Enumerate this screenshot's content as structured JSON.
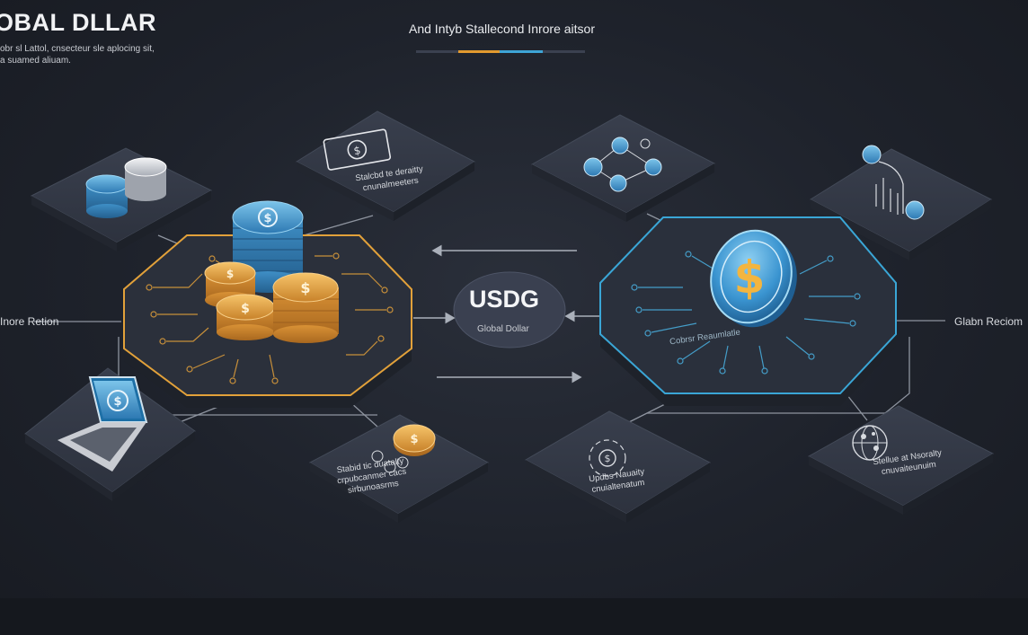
{
  "brand": {
    "title": "OBAL DLLAR",
    "subtitle": "obr sl Lattol, cnsecteur sle aplocing sit, a suamed aliuam."
  },
  "header": {
    "title": "And Intyb Stallecond Inrore aitsor",
    "progress_colors": [
      "#3b4150",
      "#e29a2f",
      "#3ea4d6",
      "#3b4150"
    ]
  },
  "center_node": {
    "title": "USDG",
    "subtitle": "Global Dollar"
  },
  "regions": {
    "left": "Inore Retion",
    "right": "Glabn Reciom"
  },
  "cards": {
    "top_center": "Stalcbd te deraitty\ncnunalmeeters",
    "bottom_center": "Stabid tic duatalty\ncrpubcanmer cacs\nsirbunoasrms",
    "bottom_right_center": "Updbs Nauaity\ncnuialtenatum",
    "bottom_right": "Stellue at Nsoralty\ncnuvaiteunuim",
    "right_platform": "Cobrsr Reaumlatle"
  },
  "colors": {
    "accent_gold": "#e2a13a",
    "accent_blue": "#3aa6d6",
    "card": "#323846",
    "line": "#8e949f"
  },
  "icons": {
    "center_coin": "dollar-coin-icon",
    "laptop": "laptop-icon",
    "network": "network-nodes-icon",
    "chart": "analytics-chart-icon",
    "globe": "globe-icon"
  }
}
